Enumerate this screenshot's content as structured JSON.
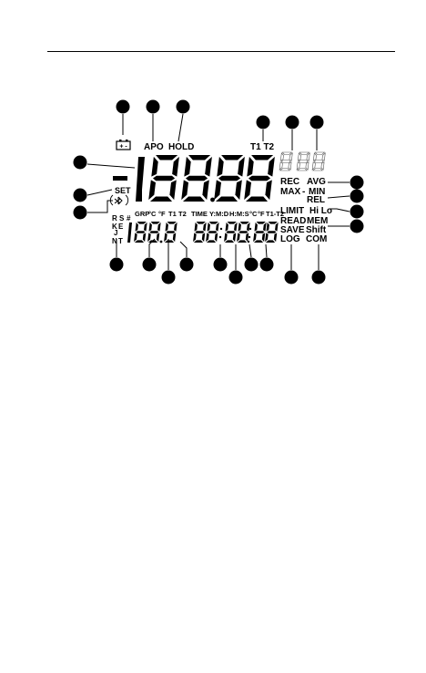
{
  "indicators": {
    "battery": "+ -",
    "apo": "APO",
    "hold": "HOLD",
    "t1t2": "T1 T2",
    "rec": "REC",
    "avg": "AVG",
    "max": "MAX",
    "min": "MIN",
    "rel": "REL",
    "limit": "LIMIT",
    "hilo": "Hi Lo",
    "read": "READ",
    "mem": "MEM",
    "save": "SAVE",
    "shift": "Shift",
    "log": "LOG",
    "com": "COM",
    "set": "SET",
    "main_minus": "-",
    "dot_separator": "-"
  },
  "main_display": {
    "digits": "18888"
  },
  "thermocouple_types": [
    "R",
    "S",
    "#",
    "K",
    "E",
    "J",
    "N",
    "T"
  ],
  "secondary_left": {
    "labels": [
      "GRP",
      "°C",
      "°F",
      "T1",
      "T2"
    ],
    "digits": "188.8"
  },
  "secondary_right": {
    "labels": [
      "TIME",
      "Y:M:D",
      "H:M:S",
      "°C",
      "°F",
      "T1-T2"
    ],
    "digits": "88:88:88"
  },
  "colors": {
    "ink": "#000000",
    "background": "#ffffff"
  }
}
